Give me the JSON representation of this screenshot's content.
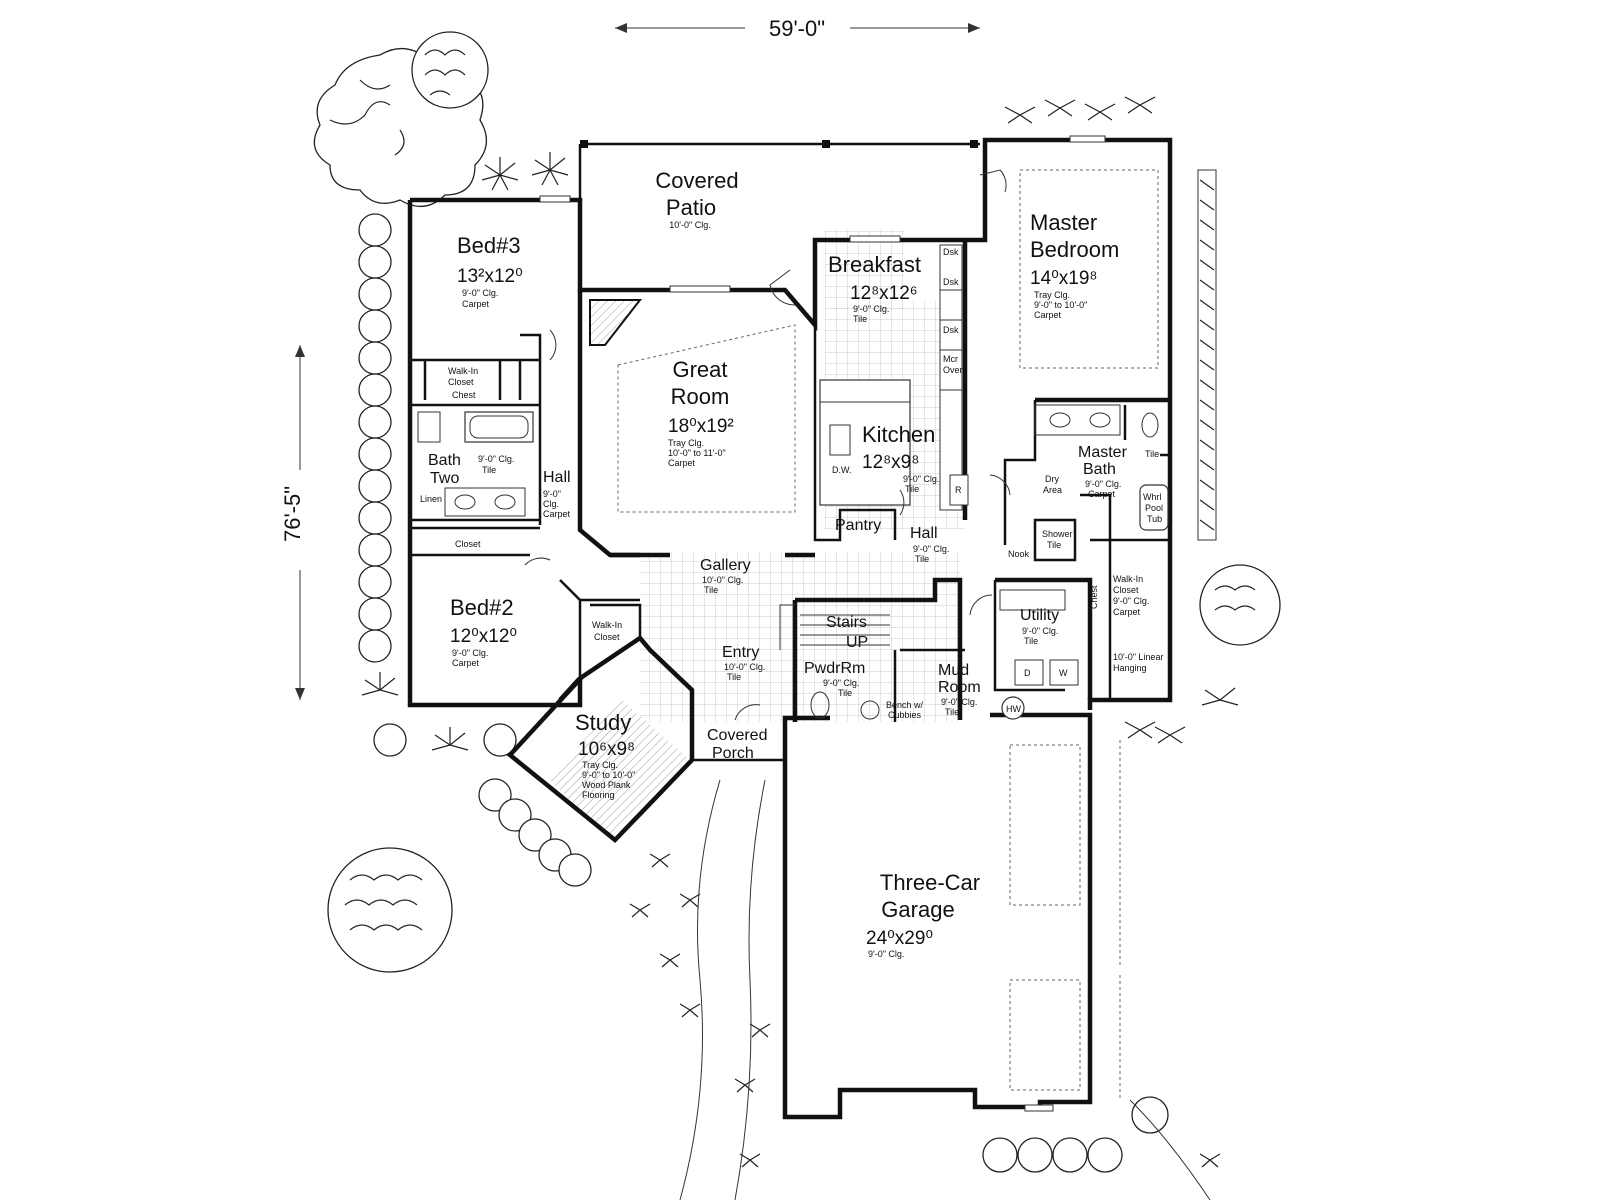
{
  "dimensions": {
    "width_label": "59'-0\"",
    "depth_label": "76'-5\""
  },
  "rooms": {
    "covered_patio": {
      "name_line1": "Covered",
      "name_line2": "Patio",
      "note1": "10'-0\" Clg."
    },
    "bed3": {
      "name": "Bed#3",
      "dims": "13²x12⁰",
      "note1": "9'-0\" Clg.",
      "note2": "Carpet"
    },
    "great_room": {
      "name_line1": "Great",
      "name_line2": "Room",
      "dims": "18⁰x19²",
      "note1": "Tray Clg.",
      "note2": "10'-0\" to 11'-0\"",
      "note3": "Carpet"
    },
    "breakfast": {
      "name": "Breakfast",
      "dims": "12⁸x12⁶",
      "note1": "9'-0\" Clg.",
      "note2": "Tile"
    },
    "master_bedroom": {
      "name_line1": "Master",
      "name_line2": "Bedroom",
      "dims": "14⁰x19⁸",
      "note1": "Tray Clg.",
      "note2": "9'-0\" to 10'-0\"",
      "note3": "Carpet"
    },
    "walk_in_closet_bed3": {
      "line1": "Walk-In",
      "line2": "Closet",
      "line3": "Chest"
    },
    "bath_two": {
      "name_line1": "Bath",
      "name_line2": "Two",
      "note1": "9'-0\" Clg.",
      "note2": "Tile",
      "linen": "Linen"
    },
    "hall_left": {
      "name": "Hall",
      "note1": "9'-0\"",
      "note2": "Clg.",
      "note3": "Carpet"
    },
    "kitchen": {
      "name": "Kitchen",
      "dims": "12⁸x9⁸",
      "note1": "9'-0\" Clg.",
      "note2": "Tile",
      "dw": "D.W.",
      "r": "R"
    },
    "appliances": {
      "dsk1": "Dsk",
      "dsk2": "Dsk",
      "dsk3": "Dsk",
      "micro1": "Mcr",
      "oven": "Oven"
    },
    "master_bath": {
      "name_line1": "Master",
      "name_line2": "Bath",
      "note1": "9'-0\" Clg.",
      "note2": "Carpet",
      "tile": "Tile",
      "whirlpool1": "Whrl",
      "whirlpool2": "Pool",
      "whirlpool3": "Tub",
      "dry1": "Dry",
      "dry2": "Area",
      "shower1": "Shower",
      "shower2": "Tile"
    },
    "closet_left": {
      "name": "Closet"
    },
    "pantry": {
      "name": "Pantry"
    },
    "hall_center": {
      "name": "Hall",
      "note1": "9'-0\" Clg.",
      "note2": "Tile",
      "nook": "Nook"
    },
    "gallery": {
      "name": "Gallery",
      "note1": "10'-0\" Clg.",
      "note2": "Tile"
    },
    "bed2": {
      "name": "Bed#2",
      "dims": "12⁰x12⁰",
      "note1": "9'-0\" Clg.",
      "note2": "Carpet"
    },
    "walk_in_closet_bed2": {
      "line1": "Walk-In",
      "line2": "Closet"
    },
    "stairs": {
      "name": "Stairs",
      "up": "UP"
    },
    "utility": {
      "name": "Utility",
      "note1": "9'-0\" Clg.",
      "note2": "Tile",
      "d": "D",
      "w": "W"
    },
    "master_closet": {
      "line1": "Walk-In",
      "line2": "Closet",
      "line3": "9'-0\" Clg.",
      "line4": "Carpet",
      "hanging1": "10'-0\" Linear",
      "hanging2": "Hanging",
      "chest": "Chest"
    },
    "entry": {
      "name": "Entry",
      "note1": "10'-0\" Clg.",
      "note2": "Tile"
    },
    "powder_room": {
      "name": "PwdrRm",
      "note1": "9'-0\" Clg.",
      "note2": "Tile"
    },
    "mud_room": {
      "name_line1": "Mud",
      "name_line2": "Room",
      "note1": "9'-0\" Clg.",
      "note2": "Tile",
      "bench1": "Bench w/",
      "bench2": "Cubbies",
      "hw": "HW"
    },
    "study": {
      "name": "Study",
      "dims": "10⁶x9⁸",
      "note1": "Tray Clg.",
      "note2": "9'-0\" to 10'-0\"",
      "note3": "Wood Plank",
      "note4": "Flooring"
    },
    "covered_porch": {
      "name_line1": "Covered",
      "name_line2": "Porch"
    },
    "garage": {
      "name_line1": "Three-Car",
      "name_line2": "Garage",
      "dims": "24⁰x29⁰",
      "note1": "9'-0\" Clg."
    }
  }
}
